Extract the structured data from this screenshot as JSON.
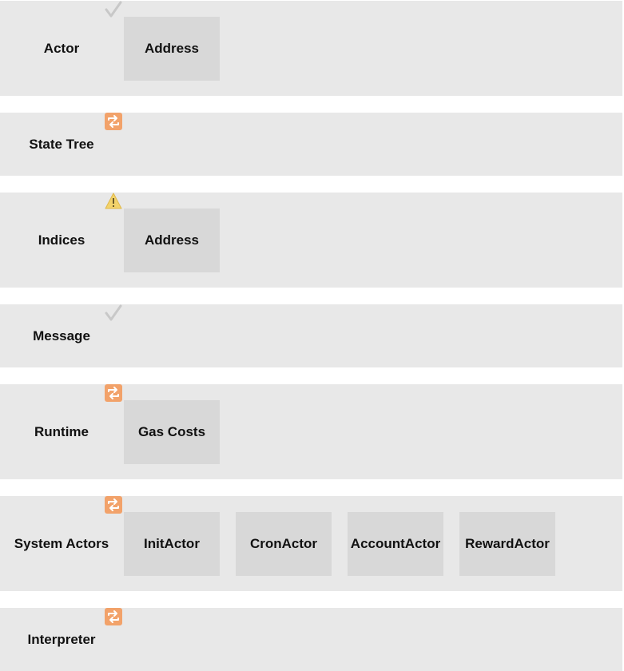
{
  "rows": [
    {
      "label": "Actor",
      "status_icon": "check-icon",
      "boxes": [
        "Address"
      ]
    },
    {
      "label": "State Tree",
      "status_icon": "repeat-icon",
      "boxes": []
    },
    {
      "label": "Indices",
      "status_icon": "warning-icon",
      "boxes": [
        "Address"
      ]
    },
    {
      "label": "Message",
      "status_icon": "check-icon",
      "boxes": []
    },
    {
      "label": "Runtime",
      "status_icon": "repeat-icon",
      "boxes": [
        "Gas Costs"
      ]
    },
    {
      "label": "System Actors",
      "status_icon": "repeat-icon",
      "boxes": [
        "InitActor",
        "CronActor",
        "AccountActor",
        "RewardActor"
      ]
    },
    {
      "label": "Interpreter",
      "status_icon": "repeat-icon",
      "boxes": []
    }
  ],
  "colors": {
    "row_background": "#e8e8e8",
    "box_background": "#d8d8d8",
    "check": "#c8c8c8",
    "repeat": "#f2a26a",
    "warning": "#f3d36b"
  }
}
